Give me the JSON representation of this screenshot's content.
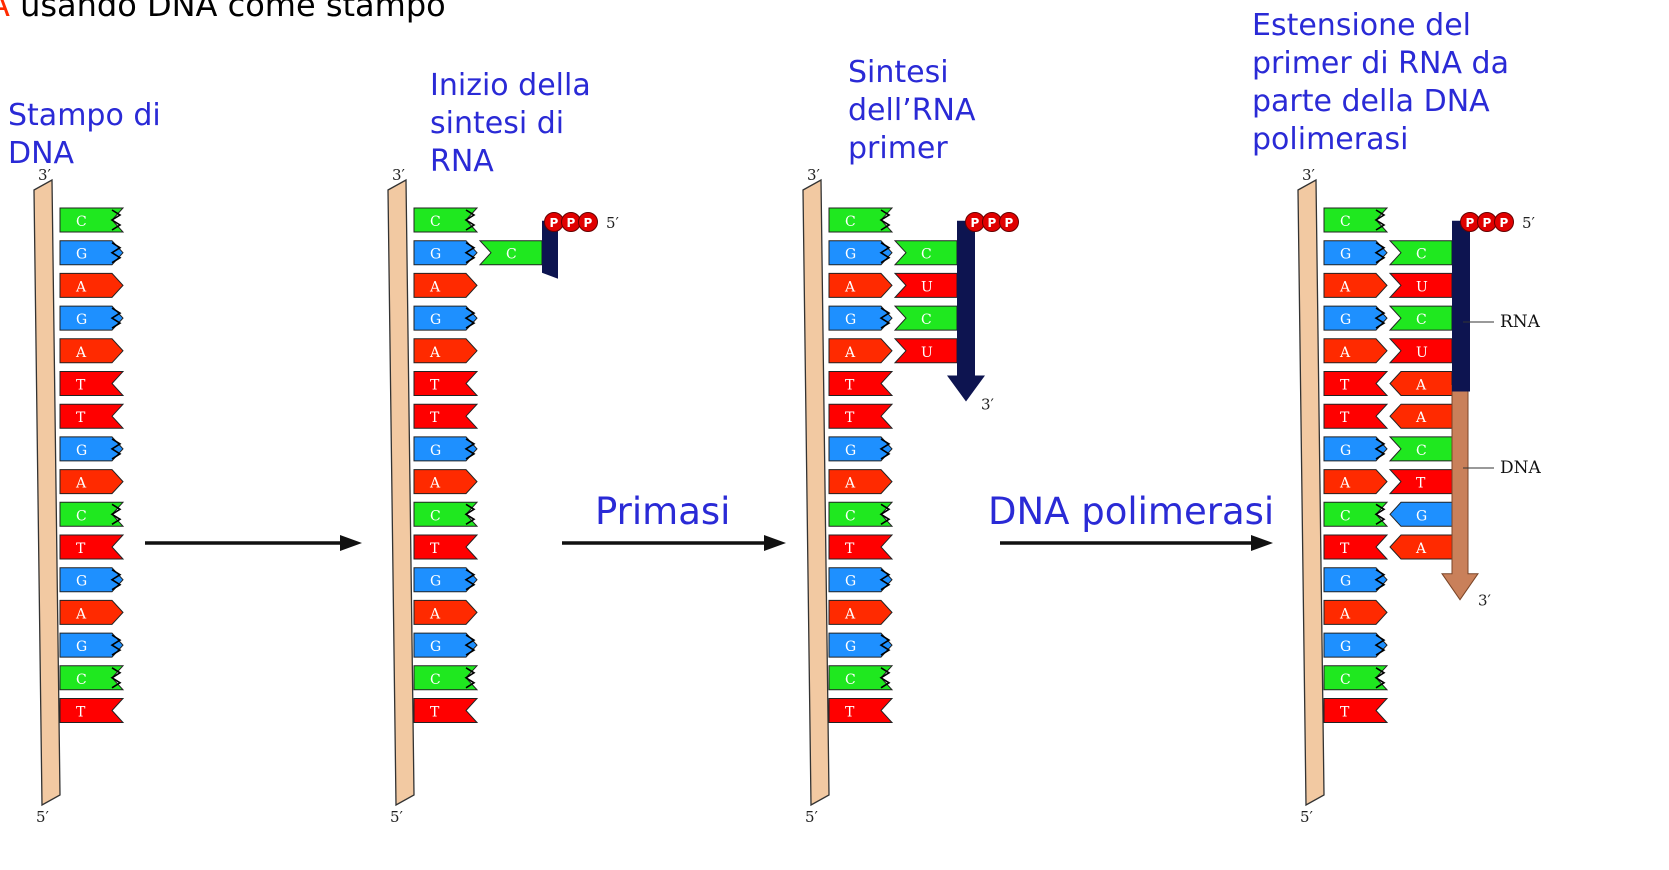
{
  "header": {
    "prefix": "A",
    "rest": " usando DNA come stampo"
  },
  "panels": [
    {
      "caption": "Stampo di\nDNA"
    },
    {
      "caption": "Inizio della\nsintesi di\nRNA"
    },
    {
      "caption": "Sintesi\ndell’RNA\nprimer"
    },
    {
      "caption": "Estensione del\nprimer di RNA da\nparte della DNA\npolimerasi"
    }
  ],
  "steps": [
    {
      "label": ""
    },
    {
      "label": "Primasi"
    },
    {
      "label": "DNA polimerasi"
    }
  ],
  "end_labels": {
    "three_prime": "3′",
    "five_prime": "5′"
  },
  "phosphate_letter": "P",
  "side_labels": {
    "rna": "RNA",
    "dna": "DNA"
  },
  "template_sequence": [
    "C",
    "G",
    "A",
    "G",
    "A",
    "T",
    "T",
    "G",
    "A",
    "C",
    "T",
    "G",
    "A",
    "G",
    "C",
    "T"
  ],
  "panel_pairs": [
    [],
    [
      "C"
    ],
    [
      "C",
      "U",
      "C",
      "U"
    ],
    [
      "C",
      "U",
      "C",
      "U",
      "A",
      "A",
      "C",
      "T",
      "G",
      "A"
    ]
  ],
  "base_colors": {
    "A": "#ff2a00",
    "T": "#ff0000",
    "U": "#ff0000",
    "G": "#1e90ff",
    "C": "#1fe81f"
  },
  "colors": {
    "backbone": "#f2c9a2",
    "backbone_stroke": "#333333",
    "rna_strand": "#0d1450",
    "dna_strand": "#c9805a",
    "phosphate": "#e00000",
    "caption": "#2a2ad6"
  }
}
